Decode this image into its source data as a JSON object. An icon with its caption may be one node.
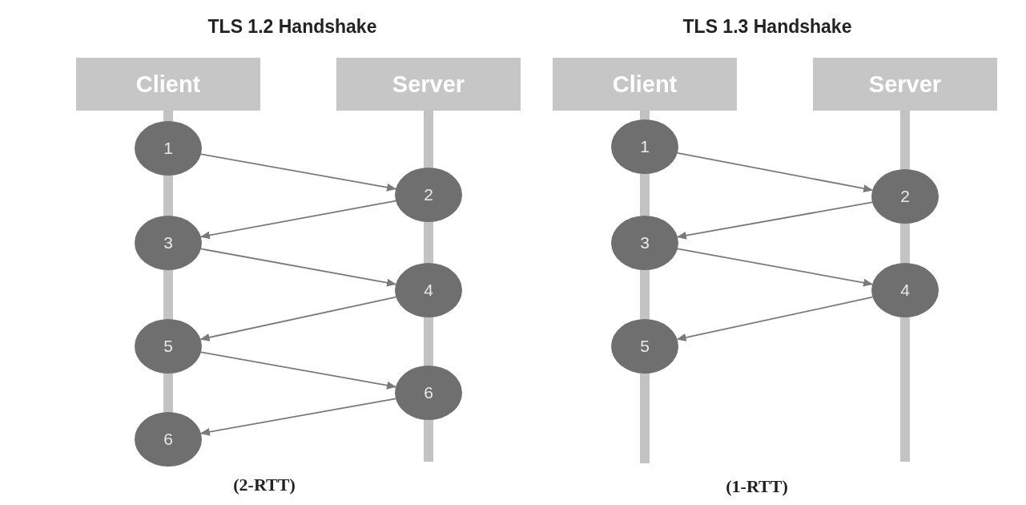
{
  "diagram": {
    "nodes": [
      {
        "text": [
          "Client"
        ]
      },
      {
        "text": [
          "Server"
        ]
      },
      {
        "text": [
          "Client"
        ]
      },
      {
        "text": [
          "Server"
        ]
      },
      {
        "text": [
          "1"
        ]
      },
      {
        "text": [
          "2"
        ]
      },
      {
        "text": [
          "3"
        ]
      },
      {
        "text": [
          "4"
        ]
      },
      {
        "text": [
          "5"
        ]
      },
      {
        "text": [
          "6"
        ]
      },
      {
        "text": [
          "6"
        ]
      },
      {
        "text": [
          "1"
        ]
      },
      {
        "text": [
          "2"
        ]
      },
      {
        "text": [
          "3"
        ]
      },
      {
        "text": [
          "4"
        ]
      },
      {
        "text": [
          "5"
        ]
      }
    ],
    "edges": [
      {
        "from": 4,
        "to": 5,
        "arrow": "to"
      },
      {
        "from": 5,
        "to": 6,
        "arrow": "to"
      },
      {
        "from": 6,
        "to": 7,
        "arrow": "to"
      },
      {
        "from": 7,
        "to": 8,
        "arrow": "to"
      },
      {
        "from": 8,
        "to": 9,
        "arrow": "to"
      },
      {
        "from": 9,
        "to": 10,
        "arrow": "to"
      },
      {
        "from": 11,
        "to": 12,
        "arrow": "to"
      },
      {
        "from": 12,
        "to": 13,
        "arrow": "to"
      },
      {
        "from": 13,
        "to": 14,
        "arrow": "to"
      },
      {
        "from": 14,
        "to": 15,
        "arrow": "to"
      }
    ],
    "labels": [
      "TLS 1.2 Handshake",
      "TLS 1.3 Handshake",
      "(2-RTT)",
      "(1-RTT)"
    ]
  }
}
